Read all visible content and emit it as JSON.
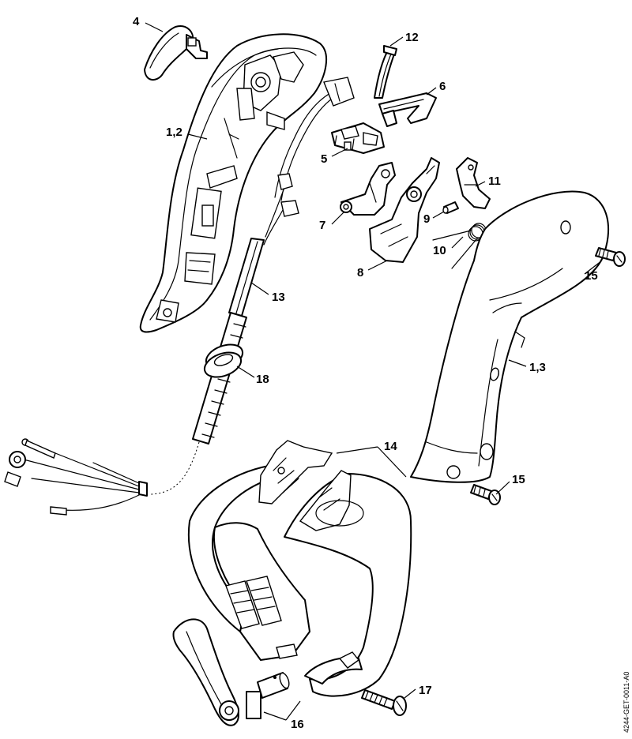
{
  "callouts": {
    "c4": "4",
    "c12": "12",
    "c6": "6",
    "c1_2": "1,2",
    "c5": "5",
    "c11": "11",
    "c7": "7",
    "c9": "9",
    "c10": "10",
    "c8": "8",
    "c15a": "15",
    "c13": "13",
    "c1_3": "1,3",
    "c18": "18",
    "c14": "14",
    "c15b": "15",
    "c17": "17",
    "c16": "16"
  },
  "doc_id": "4244-GET-0011-A0"
}
